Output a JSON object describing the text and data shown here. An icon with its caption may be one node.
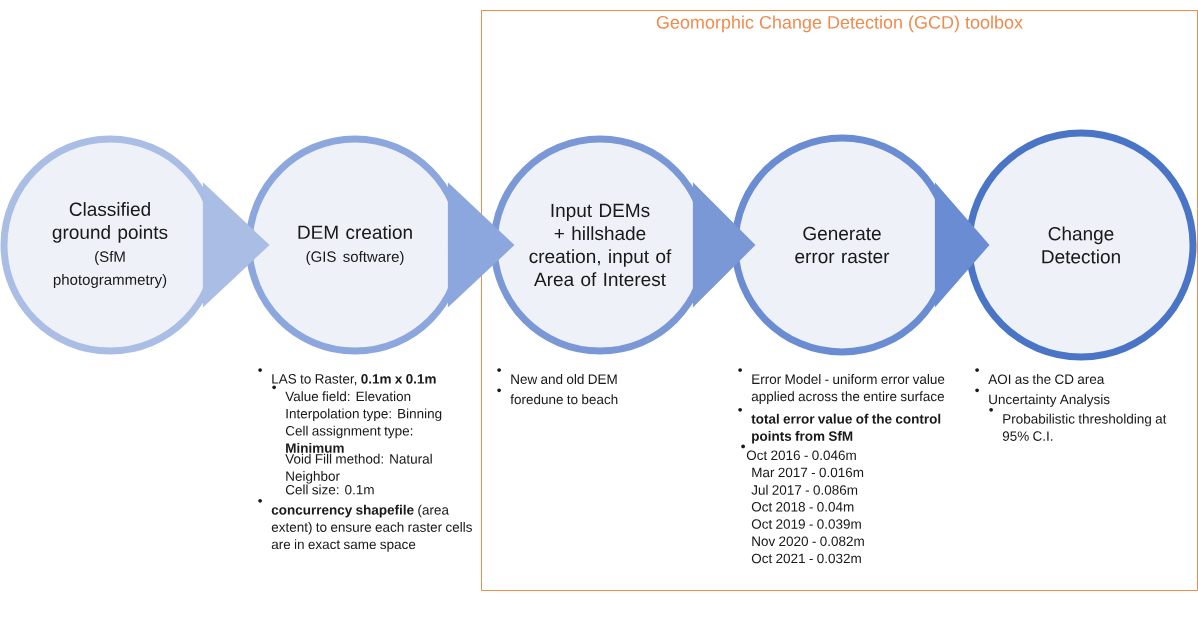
{
  "diagram": {
    "nodes": [
      {
        "text": [
          "Geomorphic Change Detection (GCD) toolbox"
        ]
      },
      {
        "text": [
          "Classified ground points",
          "(SfM photogrammetry)"
        ]
      },
      {
        "text": [
          "DEM creation",
          "(GIS software)"
        ],
        "beside": [
          "LAS to Raster, **0.1m x 0.1m**",
          "Value field: Elevation",
          "Interpolation type: Binning",
          "Cell assignment type: **Minimum**",
          "Void Fill method: Natural Neighbor",
          "Cell size: 0.1m",
          "**concurrency shapefile** (area extent) to ensure each raster cells are in exact same space"
        ]
      },
      {
        "text": [
          "Input DEMs + hillshade creation, input of Area of Interest"
        ],
        "in": 0,
        "beside": [
          "New and old DEM",
          "foredune to beach"
        ]
      },
      {
        "text": [
          "Generate error raster"
        ],
        "in": 0,
        "beside": [
          "Error Model - uniform error value applied across the entire surface",
          "total error value of the control points from SfM",
          "Oct 2016 - 0.046m",
          "Mar 2017 - 0.016m",
          "Jul 2017 - 0.086m",
          "Oct 2018 - 0.04m",
          "Oct 2019 - 0.039m",
          "Nov 2020 - 0.082m",
          "Oct 2021 - 0.032m"
        ]
      },
      {
        "text": [
          "Change Detection"
        ],
        "in": 0,
        "beside": [
          "AOI as the CD area",
          "Uncertainty Analysis",
          "Probabilistic thresholding at 95% C.I."
        ]
      }
    ],
    "edges": [
      {
        "from": 1,
        "to": 2,
        "arrow": "to"
      },
      {
        "from": 2,
        "to": 3,
        "arrow": "to"
      },
      {
        "from": 3,
        "to": 4,
        "arrow": "to"
      },
      {
        "from": 4,
        "to": 5,
        "arrow": "to"
      }
    ]
  }
}
